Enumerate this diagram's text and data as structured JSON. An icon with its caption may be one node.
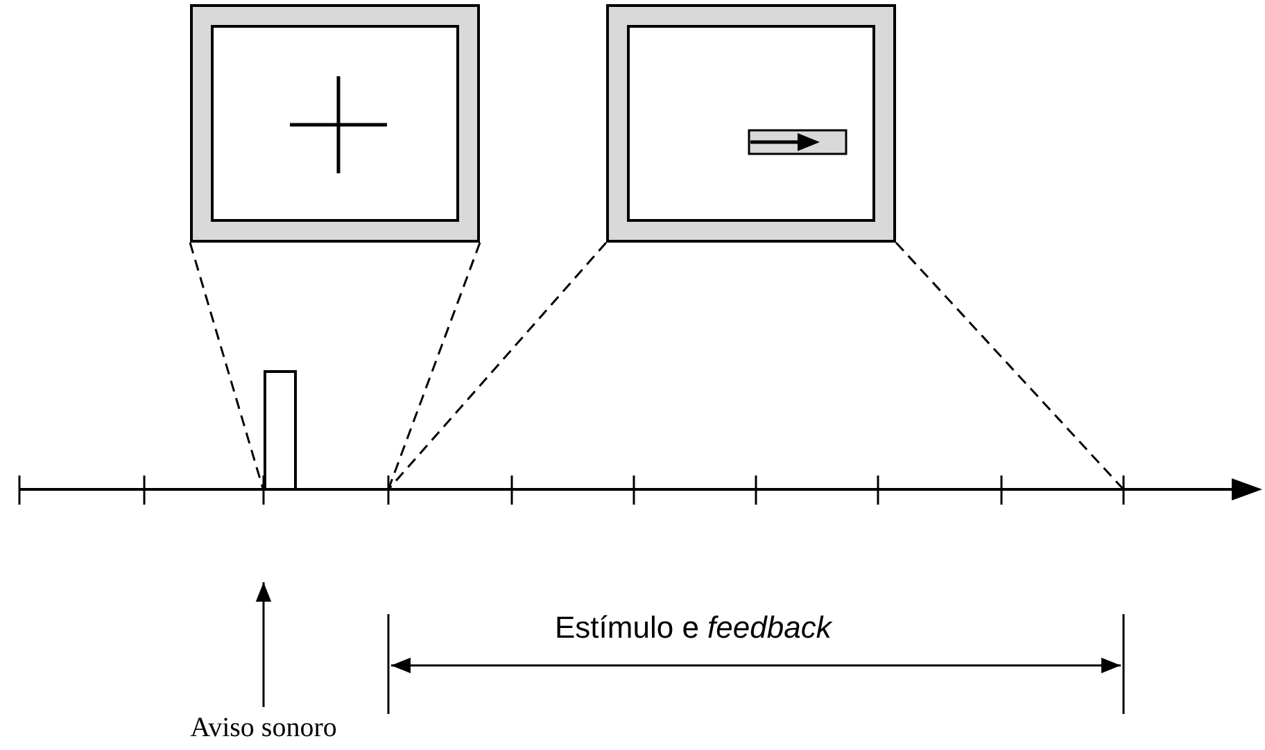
{
  "diagram": {
    "nodes": [
      {
        "text": [],
        "shape": "picture"
      },
      {
        "text": [],
        "shape": "picture"
      },
      {
        "text": [],
        "shape": "bar"
      },
      {
        "text": [
          "Aviso sonoro"
        ]
      }
    ],
    "edges": [
      {
        "from": 0,
        "to": 2,
        "arrow": "none",
        "style": "dashed"
      },
      {
        "from": 0,
        "to": null,
        "arrow": "none",
        "style": "dashed"
      },
      {
        "from": 1,
        "to": null,
        "arrow": "none",
        "style": "dashed"
      },
      {
        "from": 1,
        "to": null,
        "arrow": "none",
        "style": "dashed"
      },
      {
        "from": 3,
        "to": null,
        "arrow": "to"
      }
    ],
    "labels": [
      "Estímulo e *feedback*"
    ]
  }
}
